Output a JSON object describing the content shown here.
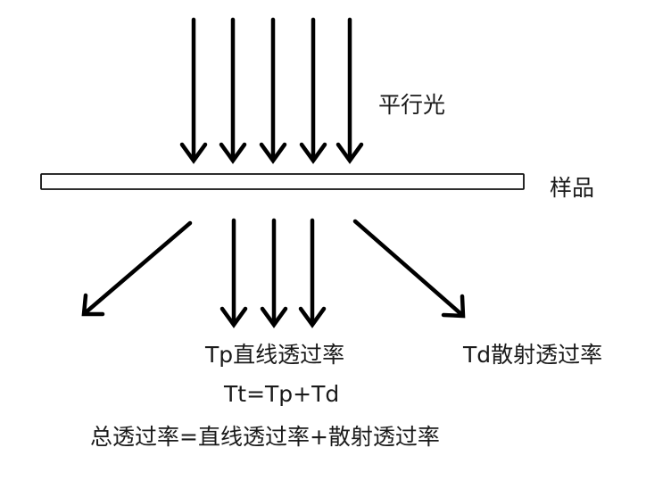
{
  "labels": {
    "parallel_light": "平行光",
    "sample": "样品",
    "direct_transmittance": "Tp直线透过率",
    "diffuse_transmittance": "Td散射透过率",
    "formula": "Tt=Tp+Td",
    "total_formula": "总透过率=直线透过率+散射透过率"
  },
  "colors": {
    "arrow": "#000000",
    "sample_fill": "#ffffff",
    "sample_stroke": "#111111",
    "text": "#1a1a1a"
  },
  "icons": {
    "incident": "arrow-down-icon",
    "direct": "arrow-down-icon",
    "diffuse_left": "arrow-down-left-icon",
    "diffuse_right": "arrow-down-right-icon"
  }
}
